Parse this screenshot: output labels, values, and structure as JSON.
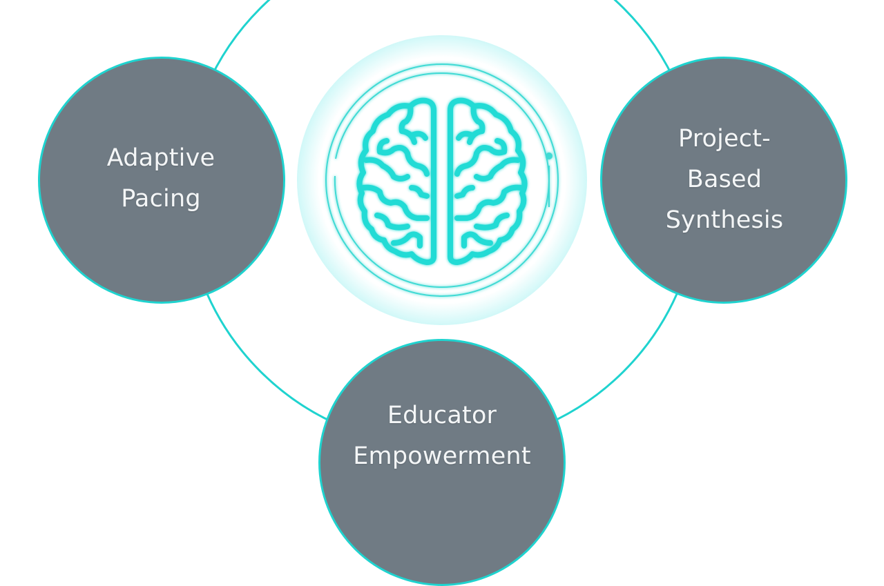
{
  "diagram": {
    "type": "hub-and-spoke",
    "hub": {
      "icon": "brain-icon",
      "label": ""
    },
    "nodes": [
      {
        "id": "left",
        "label": "Adaptive\nPacing"
      },
      {
        "id": "right",
        "label": "Project-\nBased\nSynthesis"
      },
      {
        "id": "bottom",
        "label": "Educator\nEmpowerment"
      }
    ]
  },
  "colors": {
    "accent": "#1fd3cf",
    "node_fill": "#707b84",
    "node_text": "#f4f6f7",
    "background": "#ffffff"
  }
}
